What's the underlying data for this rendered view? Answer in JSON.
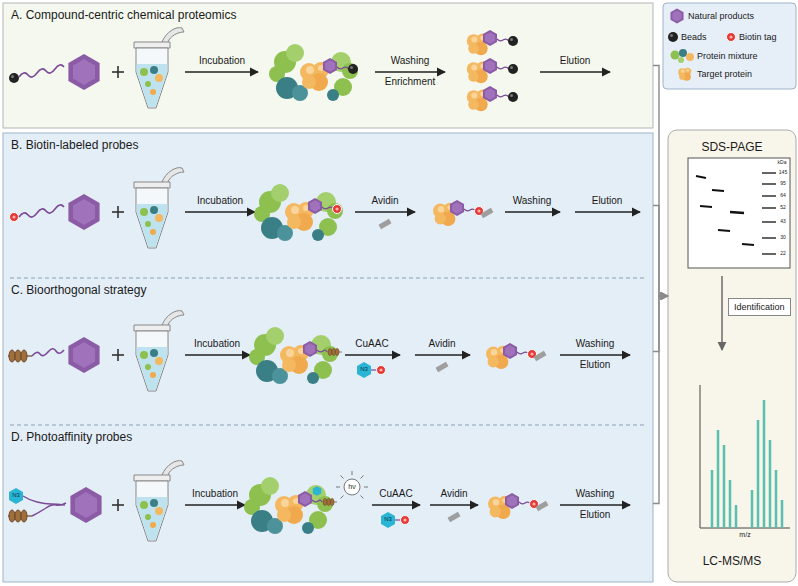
{
  "diagram": {
    "nodes": [
      {
        "text": [
          "A. Compound-centric chemical proteomics"
        ]
      },
      {
        "text": [
          "B. Biotin-labeled probes"
        ]
      },
      {
        "text": [
          "C. Bioorthogonal strategy"
        ]
      },
      {
        "text": [
          "D. Photoaffinity probes"
        ]
      },
      {
        "text": [
          "SDS-PAGE",
          "LC-MS/MS"
        ]
      },
      {
        "text": [
          "Identification"
        ],
        "in": 4
      }
    ],
    "edges": [
      {
        "from": 0,
        "to": 4,
        "arrow": "to"
      },
      {
        "from": 1,
        "to": 4,
        "arrow": "to"
      },
      {
        "from": 2,
        "to": 4,
        "arrow": "to"
      },
      {
        "from": 3,
        "to": 4,
        "arrow": "to"
      }
    ],
    "labels": [
      "Incubation",
      "Washing",
      "Enrichment",
      "Elution",
      "Incubation",
      "Avidin",
      "Washing",
      "Elution",
      "Incubation",
      "CuAAC",
      "N3",
      "Avidin",
      "Washing",
      "Elution",
      "N3",
      "Incubation",
      "hν",
      "CuAAC",
      "N3",
      "Avidin",
      "Washing",
      "Elution",
      "kDa",
      "145",
      "95",
      "64",
      "52",
      "43",
      "30",
      "22",
      "m/z"
    ],
    "legend": [
      {
        "text": "Natural products"
      },
      {
        "text": "Beads"
      },
      {
        "text": "Biotin tag"
      },
      {
        "text": "Protein mixture"
      },
      {
        "text": "Target protein"
      }
    ]
  }
}
